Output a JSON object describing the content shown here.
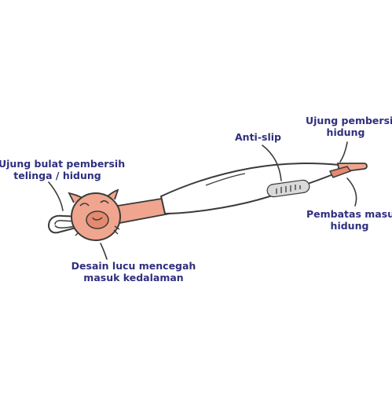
{
  "labels": {
    "nose_tip": [
      "Ujung pembersih",
      "hidung"
    ],
    "anti_slip": [
      "Anti-slip"
    ],
    "ear_tip": [
      "Ujung bulat pembersih",
      "telinga / hidung"
    ],
    "nose_limiter": [
      "Pembatas masuk",
      "hidung"
    ],
    "cute_design": [
      "Desain lucu mencegah",
      "masuk kedalaman"
    ]
  },
  "colors": {
    "text": "#2f2f7f",
    "outline": "#3a3a3a",
    "peach": "#f0a58e",
    "peach_dark": "#e5896f",
    "body": "#ffffff",
    "grip": "#d9d9d9"
  }
}
